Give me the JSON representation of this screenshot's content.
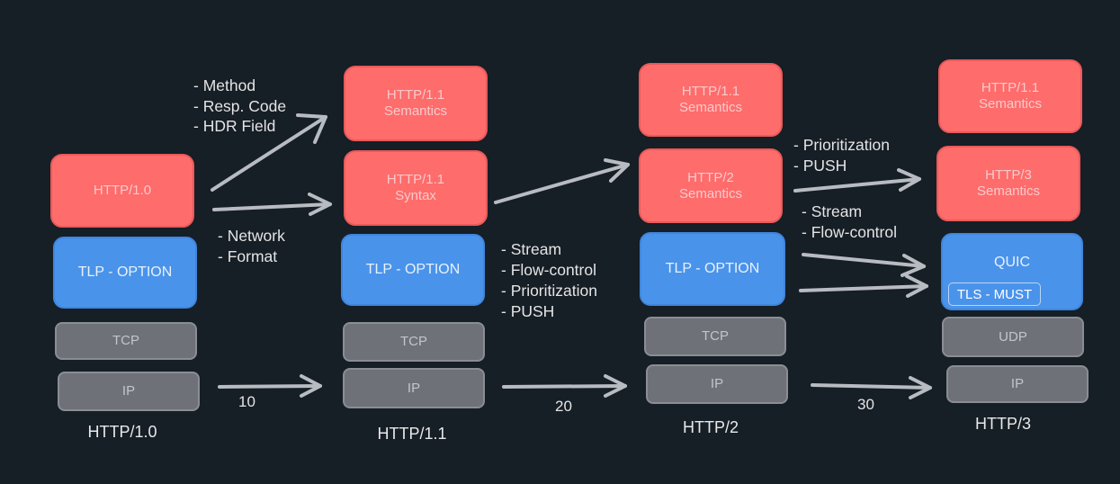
{
  "columns": [
    {
      "name": "HTTP/1.0",
      "semantics": "",
      "syntax": "HTTP/1.0",
      "tlp": "TLP - OPTION",
      "transport": "TCP",
      "network": "IP"
    },
    {
      "name": "HTTP/1.1",
      "semantics": [
        "HTTP/1.1",
        "Semantics"
      ],
      "syntax": [
        "HTTP/1.1",
        "Syntax"
      ],
      "tlp": "TLP - OPTION",
      "transport": "TCP",
      "network": "IP"
    },
    {
      "name": "HTTP/2",
      "semantics": [
        "HTTP/1.1",
        "Semantics"
      ],
      "syntax": [
        "HTTP/2",
        "Semantics"
      ],
      "tlp": "TLP - OPTION",
      "transport": "TCP",
      "network": "IP"
    },
    {
      "name": "HTTP/3",
      "semantics": [
        "HTTP/1.1",
        "Semantics"
      ],
      "syntax": [
        "HTTP/3",
        "Semantics"
      ],
      "tlp": "QUIC",
      "tls": "TLS - MUST",
      "transport": "UDP",
      "network": "IP"
    }
  ],
  "notes": {
    "semantics_changes": [
      "- Method",
      "- Resp. Code",
      "- HDR Field"
    ],
    "format_changes": [
      "- Network",
      "- Format"
    ],
    "h2_transport_features": [
      "- Stream",
      "- Flow-control",
      "- Prioritization",
      "- PUSH"
    ],
    "h3_semantic_changes": [
      "- Prioritization",
      "- PUSH"
    ],
    "h3_transport_features": [
      "- Stream",
      "- Flow-control"
    ]
  },
  "step_numbers": [
    "10",
    "20",
    "30"
  ],
  "colors": {
    "background": "#161e26",
    "http_layer": "#fe6c6c",
    "tlp_layer": "#4a93ea",
    "lower_layer": "#6e7177",
    "arrow": "#b8bcc2"
  }
}
